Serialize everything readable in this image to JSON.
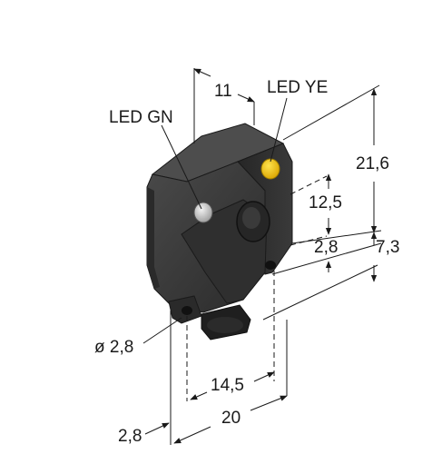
{
  "labels": {
    "led_green": "LED GN",
    "led_yellow": "LED YE"
  },
  "dimensions": {
    "width_top": "11",
    "height_total": "21,6",
    "height_upper": "12,5",
    "offset_right": "2,8",
    "depth": "7,3",
    "hole_diameter": "ø 2,8",
    "hole_spacing": "14,5",
    "width_total": "20",
    "offset_left": "2,8"
  },
  "colors": {
    "body": "#3b3b3b",
    "body_dark": "#232323",
    "led_yellow": "#f2c200",
    "led_green": "#d9d9d9"
  }
}
